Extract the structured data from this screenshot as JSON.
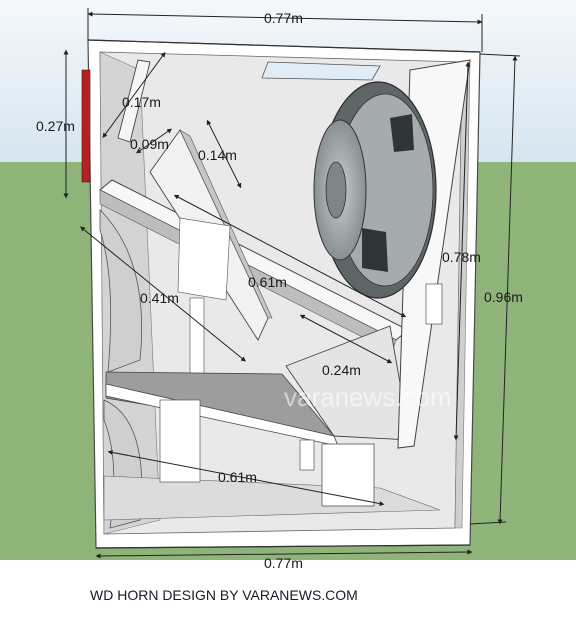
{
  "colors": {
    "sky": "#dce9f2",
    "grass": "#8fb479",
    "panel_edge": "#4a4a4a",
    "interior_shade": "#b7b7b7",
    "speaker_cone": "#8c9396",
    "accent_red": "#b22222"
  },
  "dimensions": {
    "top_width": "0.77m",
    "bottom_width": "0.77m",
    "height_right": "0.96m",
    "driver_panel": "0.78m",
    "mouth_height": "0.27m",
    "baffle_a": "0.17m",
    "baffle_b": "0.09m",
    "baffle_c": "0.14m",
    "diag_left": "0.41m",
    "diag_mid": "0.61m",
    "chamber": "0.24m",
    "lower_run": "0.61m"
  },
  "watermark": "varanews.com",
  "caption": "WD HORN DESIGN BY VARANEWS.COM"
}
